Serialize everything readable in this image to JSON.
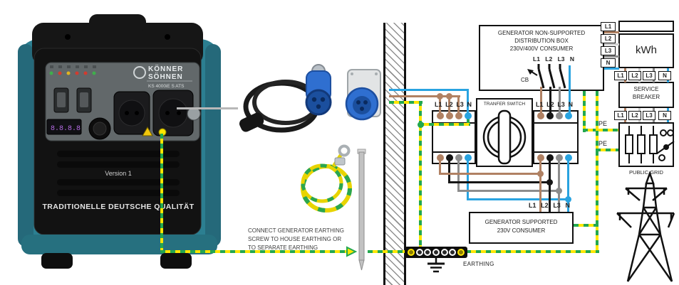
{
  "phases": [
    "L1",
    "L2",
    "L3",
    "N"
  ],
  "pe_label": "PE",
  "generator": {
    "brand_top": "KÖNNER",
    "brand_bottom": "SÖHNEN",
    "model": "KS 4000iE S ATS",
    "version_label": "Version 1",
    "slogan": "TRADITIONELLE DEUTSCHE QUALITÄT",
    "display_value": "8.8.8.8"
  },
  "note": {
    "line1": "CONNECT GENERATOR EARTHING",
    "line2": "SCREW TO HOUSE EARTHING OR",
    "line3": "TO SEPARATE EARTHING"
  },
  "distribution_box": {
    "line1": "GENERATOR NON-SUPPORTED",
    "line2": "DISTRIBUTION BOX",
    "line3": "230V/400V CONSUMER",
    "breaker_label": "CB"
  },
  "transfer_switch": {
    "label": "TRANFER SWITCH"
  },
  "supported_box": {
    "line1": "GENERATOR SUPPORTED",
    "line2": "230V CONSUMER"
  },
  "meter": {
    "label": "kWh"
  },
  "service_breaker": {
    "line1": "SERVICE",
    "line2": "BREAKER"
  },
  "public_grid": {
    "label": "PUBLIC GRID"
  },
  "earthing": {
    "label": "EARTHING"
  },
  "colors": {
    "wire_brown": "#b08163",
    "wire_black": "#161616",
    "wire_grey": "#8c8c8c",
    "wire_blue": "#29a3e0",
    "earth_green": "#23a84f",
    "earth_yellow": "#ffe600",
    "generator_teal": "#2c7f91"
  }
}
